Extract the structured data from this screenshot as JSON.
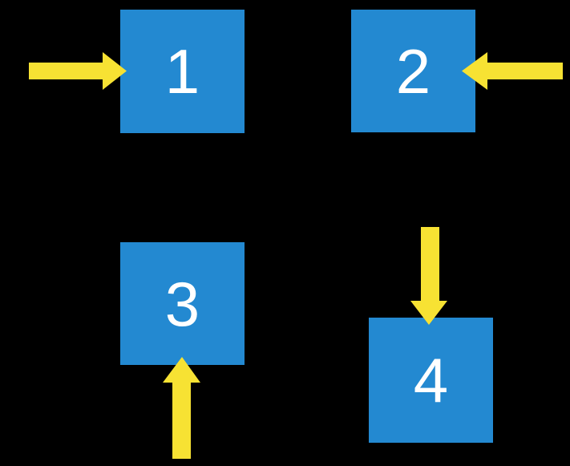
{
  "colors": {
    "background": "#000000",
    "box": "#2389D1",
    "arrow": "#F7E233",
    "label": "#FFFFFF"
  },
  "boxes": [
    {
      "label": "1",
      "arrow_icon": "arrow-right-icon"
    },
    {
      "label": "2",
      "arrow_icon": "arrow-left-icon"
    },
    {
      "label": "3",
      "arrow_icon": "arrow-up-icon"
    },
    {
      "label": "4",
      "arrow_icon": "arrow-down-icon"
    }
  ]
}
